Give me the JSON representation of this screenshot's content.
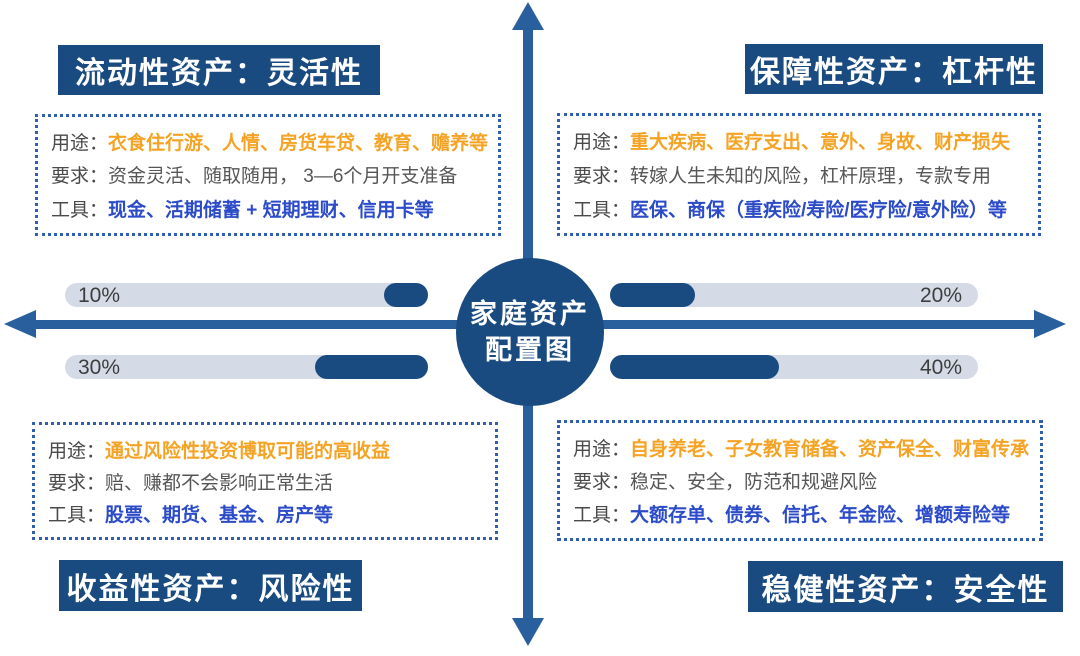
{
  "diagram_title": "家庭资产配置图",
  "center_circle": {
    "line1": "家庭资产",
    "line2": "配置图"
  },
  "colors": {
    "navy": "#1a4b80",
    "axis_blue": "#2a5f9e",
    "light_bar": "#d4dbe7",
    "orange_text": "#f5a324",
    "blue_text": "#2b4bc8",
    "gray_text": "#565656"
  },
  "quadrants": [
    {
      "position": "top-left",
      "title": "流动性资产：灵活性",
      "allocation": "10%",
      "rows": [
        {
          "label": "用途：",
          "value": "衣食住行游、人情、房货车贷、教育、赡养等",
          "emphasis": "orange"
        },
        {
          "label": "要求：",
          "value": "资金灵活、随取随用， 3—6个月开支准备",
          "emphasis": "plain"
        },
        {
          "label": "工具：",
          "value": "现金、活期储蓄 + 短期理财、信用卡等",
          "emphasis": "blue"
        }
      ]
    },
    {
      "position": "top-right",
      "title": "保障性资产：杠杆性",
      "allocation": "20%",
      "rows": [
        {
          "label": "用途：",
          "value": "重大疾病、医疗支出、意外、身故、财产损失",
          "emphasis": "orange"
        },
        {
          "label": "要求：",
          "value": "转嫁人生未知的风险，杠杆原理，专款专用",
          "emphasis": "plain"
        },
        {
          "label": "工具：",
          "value": "医保、商保（重疾险/寿险/医疗险/意外险）等",
          "emphasis": "blue"
        }
      ]
    },
    {
      "position": "bottom-left",
      "title": "收益性资产：风险性",
      "allocation": "30%",
      "rows": [
        {
          "label": "用途：",
          "value": "通过风险性投资博取可能的高收益",
          "emphasis": "orange"
        },
        {
          "label": "要求：",
          "value": "赔、赚都不会影响正常生活",
          "emphasis": "plain"
        },
        {
          "label": "工具：",
          "value": "股票、期货、基金、房产等",
          "emphasis": "blue"
        }
      ]
    },
    {
      "position": "bottom-right",
      "title": "稳健性资产：安全性",
      "allocation": "40%",
      "rows": [
        {
          "label": "用途：",
          "value": "自身养老、子女教育储备、资产保全、财富传承",
          "emphasis": "orange"
        },
        {
          "label": "要求：",
          "value": "稳定、安全，防范和规避风险",
          "emphasis": "plain"
        },
        {
          "label": "工具：",
          "value": "大额存单、债券、信托、年金险、增额寿险等",
          "emphasis": "blue"
        }
      ]
    }
  ],
  "allocation_bars": [
    {
      "percent": "10%",
      "side": "left",
      "row": "top",
      "fill_fraction": 0.12
    },
    {
      "percent": "20%",
      "side": "right",
      "row": "top",
      "fill_fraction": 0.23
    },
    {
      "percent": "30%",
      "side": "left",
      "row": "bottom",
      "fill_fraction": 0.31
    },
    {
      "percent": "40%",
      "side": "right",
      "row": "bottom",
      "fill_fraction": 0.46
    }
  ]
}
